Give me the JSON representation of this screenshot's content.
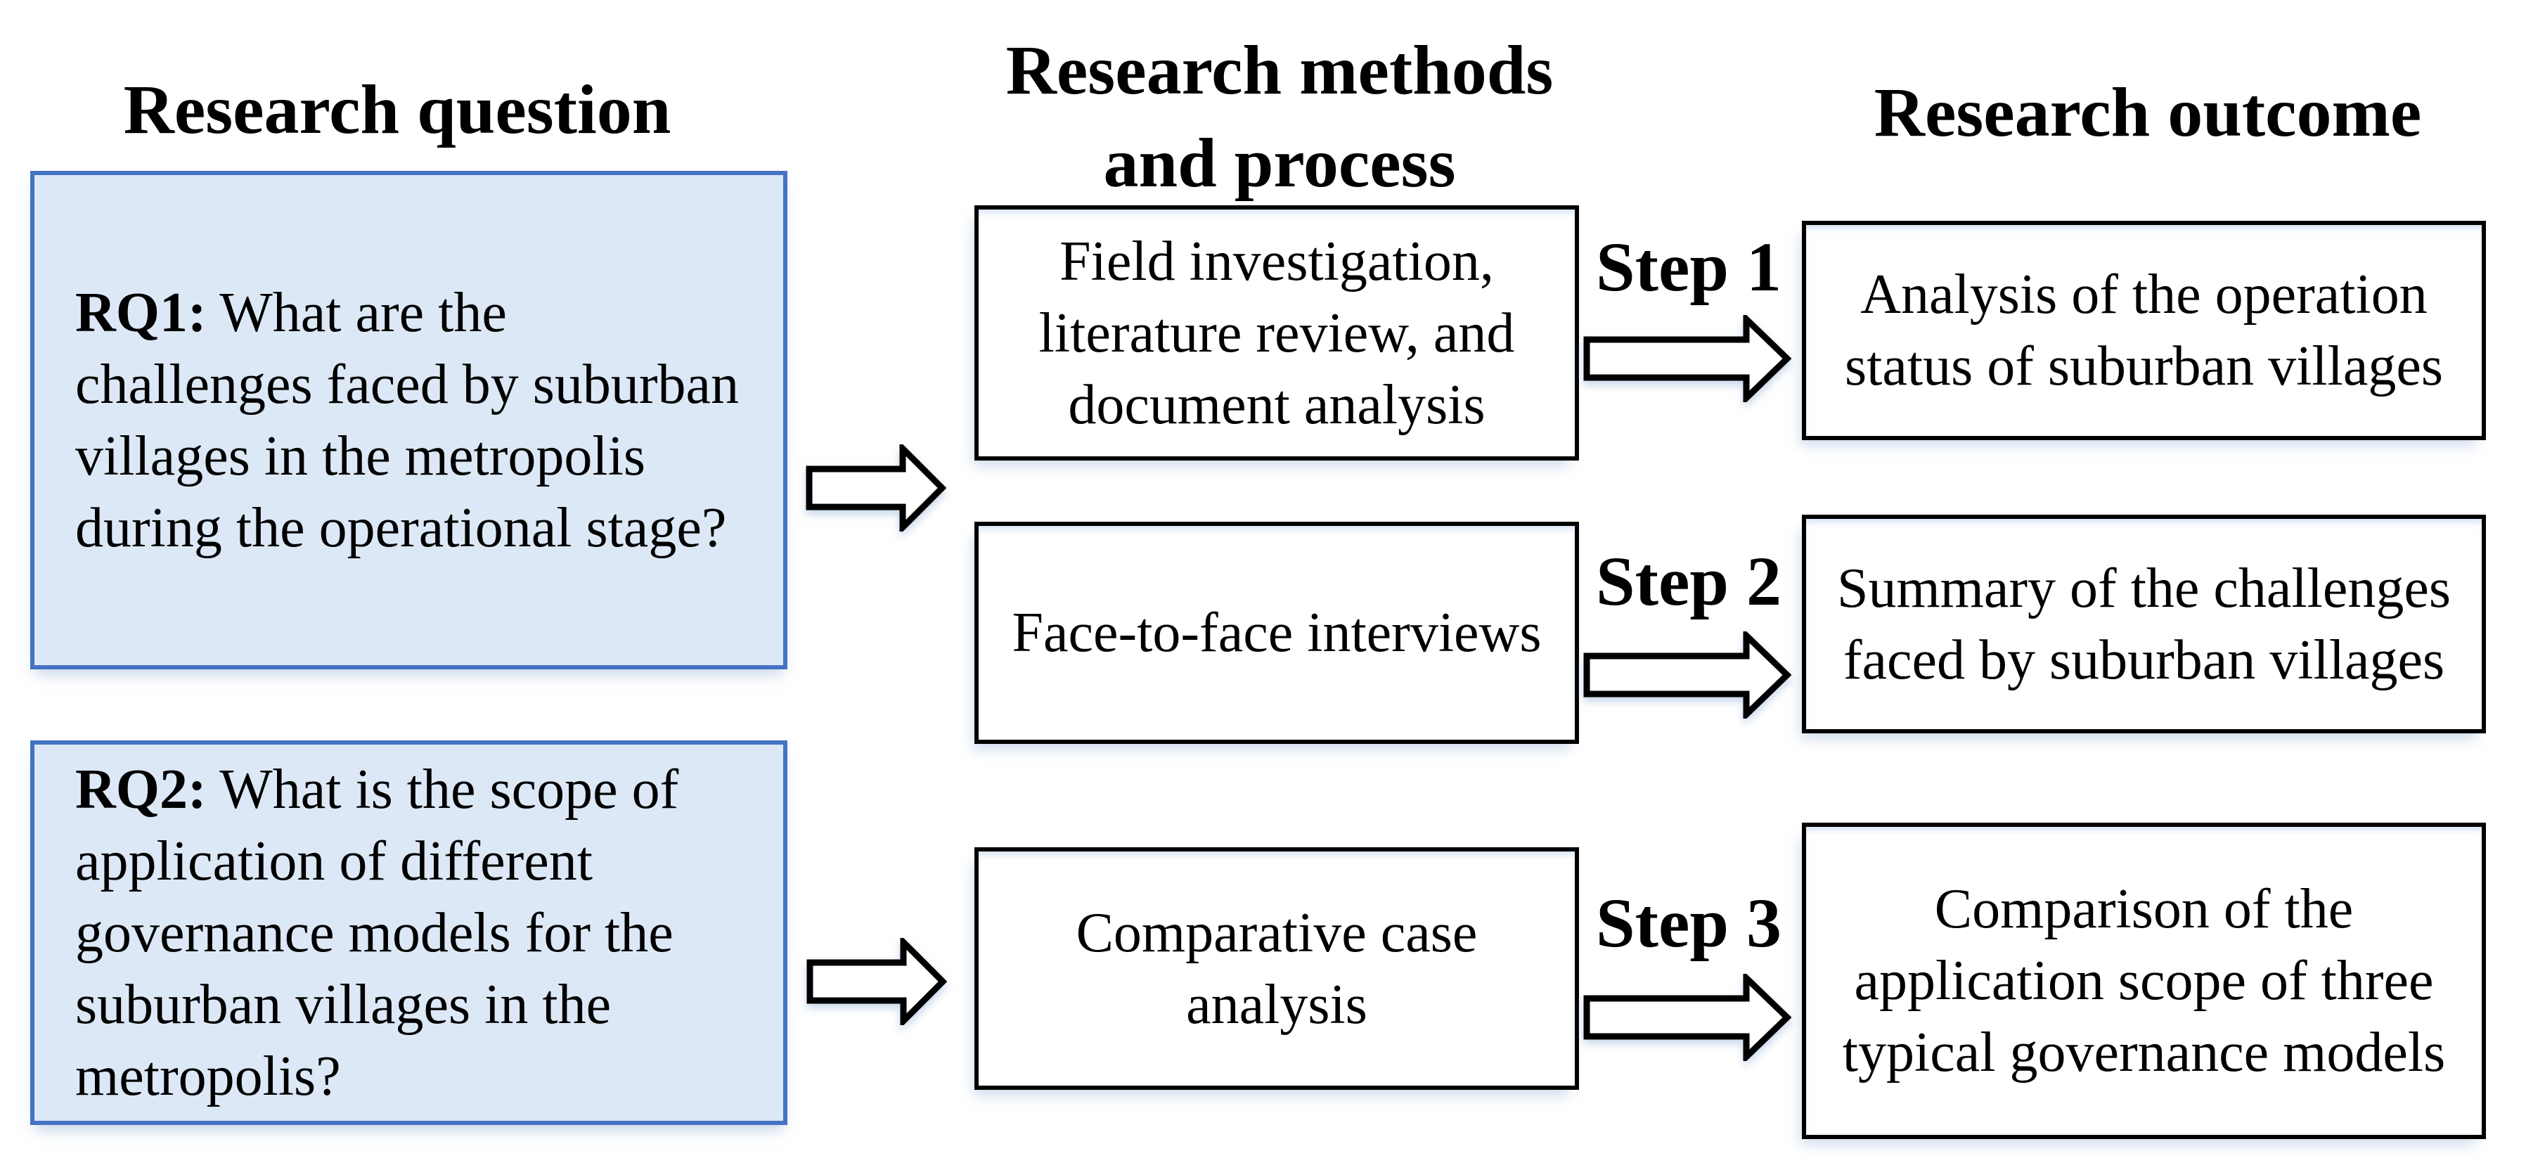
{
  "headers": {
    "question": "Research question",
    "methods_line1": "Research methods",
    "methods_line2": "and process",
    "outcome": "Research outcome"
  },
  "questions": [
    {
      "label": "RQ1:",
      "first_line_rest": " What are the",
      "lines": [
        "challenges faced by suburban",
        "villages in the metropolis",
        "during the operational stage?"
      ]
    },
    {
      "label": "RQ2:",
      "first_line_rest": " What is the scope of",
      "lines": [
        "application of different",
        "governance models for the",
        "suburban villages in the",
        "metropolis?"
      ]
    }
  ],
  "methods": [
    {
      "lines": [
        "Field investigation,",
        "literature review, and",
        "document analysis"
      ]
    },
    {
      "lines": [
        "Face-to-face interviews"
      ]
    },
    {
      "lines": [
        "Comparative case",
        "analysis"
      ]
    }
  ],
  "steps": [
    "Step 1",
    "Step 2",
    "Step 3"
  ],
  "outcomes": [
    {
      "lines": [
        "Analysis of the operation",
        "status of suburban villages"
      ]
    },
    {
      "lines": [
        "Summary of the challenges",
        "faced by suburban villages"
      ]
    },
    {
      "lines": [
        "Comparison of the",
        "application scope of three",
        "typical governance models"
      ]
    }
  ],
  "colors": {
    "question_box_fill": "#dce8f6",
    "question_box_border": "#4472c4",
    "process_box_fill": "#ffffff",
    "process_box_border": "#000000",
    "text": "#000000",
    "background": "#ffffff"
  }
}
